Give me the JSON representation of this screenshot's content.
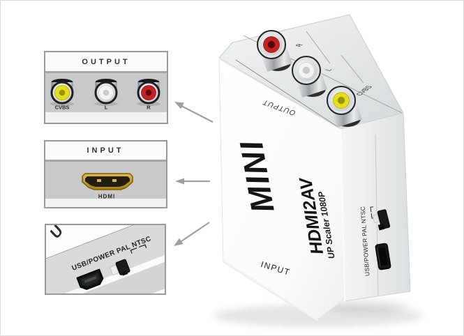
{
  "callouts": {
    "output": {
      "title": "OUTPUT",
      "jack_labels": [
        "CVBS",
        "L",
        "R"
      ]
    },
    "input": {
      "title": "INPUT",
      "port_label": "HDMI"
    },
    "usb_power": {
      "title": "USB/POWER PAL NTSC",
      "partial_glyph": "U"
    }
  },
  "device": {
    "brand": "MINI",
    "model": "HDMI2AV",
    "subtitle": "UP Scaler 1080P",
    "front_input_label": "INPUT",
    "top_output_label": "OUTPUT",
    "top_jack_labels": [
      "R",
      "L",
      "CVBS"
    ],
    "side_label": "USB/POWER PAL NTSC"
  },
  "colors": {
    "rca_red": "#c61f24",
    "rca_white": "#f3f3f1",
    "rca_yellow": "#e4df1b",
    "hdmi_gold": "#c79b25",
    "arrow_gray": "#9aa0a4",
    "callout_border": "#97999b",
    "callout_body": "#c7c9cb"
  }
}
